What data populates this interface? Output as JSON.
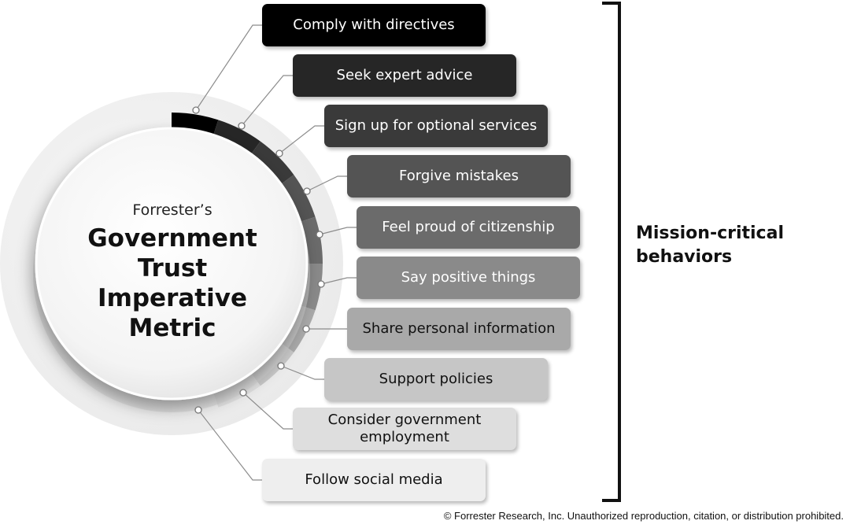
{
  "center": {
    "subtitle": "Forrester’s",
    "title": "Government Trust Imperative Metric"
  },
  "behaviors": [
    {
      "label": "Comply with directives",
      "fill": "#000000",
      "text_color": "#ffffff"
    },
    {
      "label": "Seek expert advice",
      "fill": "#262626",
      "text_color": "#ffffff"
    },
    {
      "label": "Sign up for optional services",
      "fill": "#3a3a3a",
      "text_color": "#ffffff"
    },
    {
      "label": "Forgive mistakes",
      "fill": "#545454",
      "text_color": "#ffffff"
    },
    {
      "label": "Feel proud of citizenship",
      "fill": "#6b6b6b",
      "text_color": "#ffffff"
    },
    {
      "label": "Say positive things",
      "fill": "#8a8a8a",
      "text_color": "#ffffff"
    },
    {
      "label": "Share personal information",
      "fill": "#a9a9a9",
      "text_color": "#111111"
    },
    {
      "label": "Support policies",
      "fill": "#c6c6c6",
      "text_color": "#111111"
    },
    {
      "label": "Consider government employment",
      "fill": "#dedede",
      "text_color": "#111111"
    },
    {
      "label": "Follow social media",
      "fill": "#eeeeee",
      "text_color": "#111111"
    }
  ],
  "bracket_label": "Mission-critical behaviors",
  "copyright": "© Forrester Research, Inc. Unauthorized reproduction, citation, or distribution prohibited."
}
